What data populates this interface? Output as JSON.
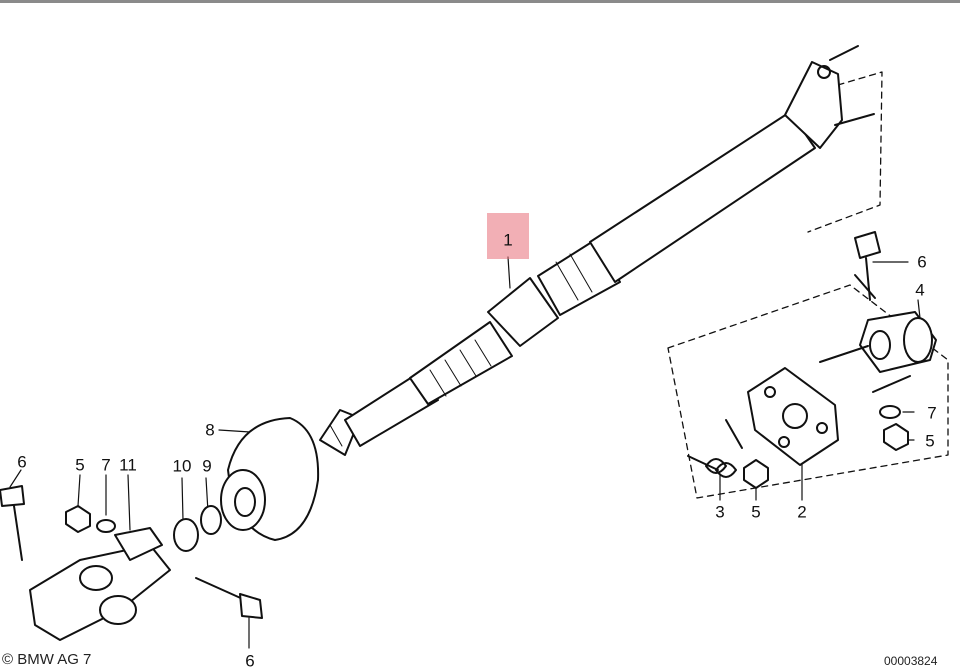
{
  "diagram": {
    "highlighted_part": "1",
    "labels": {
      "shaft": "1",
      "flex_disc": "2",
      "spring_clip": "3",
      "flange_joint": "4",
      "nut_top": "5",
      "nut_small": "5",
      "washer_top": "7",
      "bolt_top": "6",
      "boot": "8",
      "ring_9": "9",
      "bearing_10": "10",
      "left_bolt": "6",
      "left_nut": "5",
      "left_washer": "7",
      "left_clamp": "11",
      "bottom_bolt": "6"
    },
    "footer": {
      "copyright": "© BMW AG 7",
      "left_edge": "5",
      "document_number": "00003824"
    }
  }
}
